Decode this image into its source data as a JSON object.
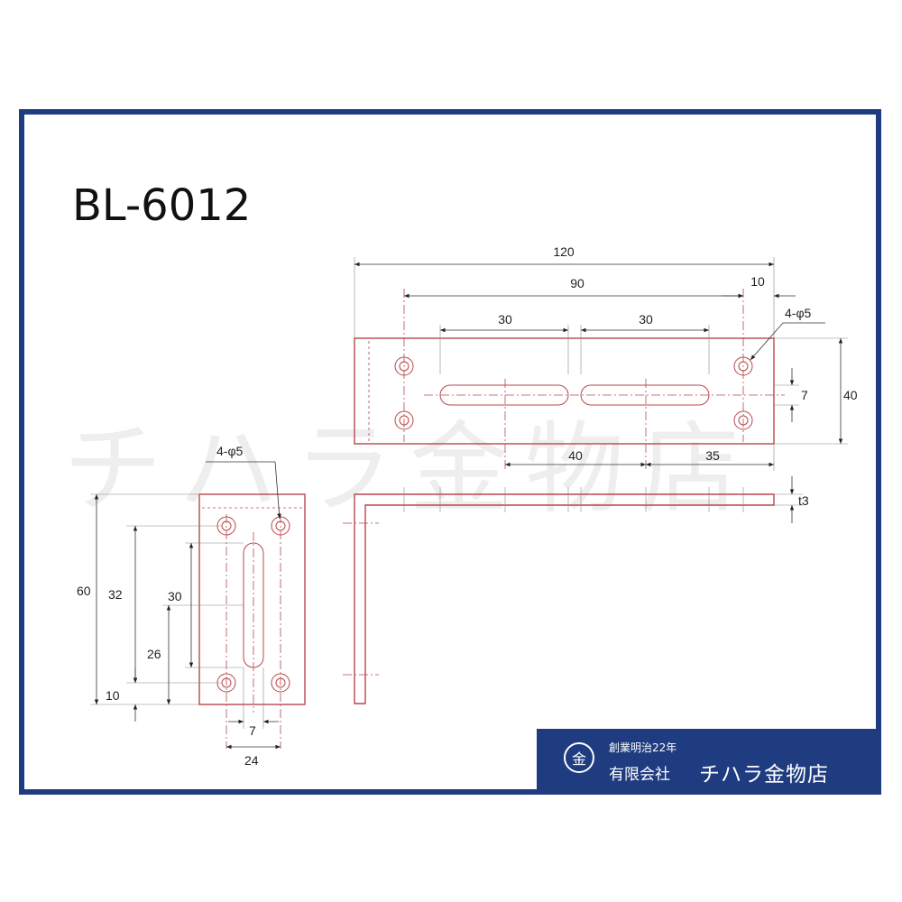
{
  "title": "BL-6012",
  "watermark": "チハラ金物店",
  "dimensions": {
    "total_length": "120",
    "hole_span": "90",
    "end_offset": "10",
    "slot_len_1": "30",
    "slot_len_2": "30",
    "holes_top": "4-φ5",
    "slot_width_top": "7",
    "width_top": "40",
    "slot_pos": "40",
    "slot_end": "35",
    "thickness": "t3",
    "holes_front": "4-φ5",
    "height": "60",
    "hole_span_v": "32",
    "slot_len_v": "30",
    "slot_pos_v": "26",
    "bottom_offset": "10",
    "slot_width_front": "7",
    "width_front": "24"
  },
  "brand": {
    "logo_char": "金",
    "since": "創業明治22年",
    "company_type": "有限会社",
    "name": "チハラ金物店"
  },
  "colors": {
    "frame": "#1f3c80",
    "part_line": "#b8474a"
  }
}
